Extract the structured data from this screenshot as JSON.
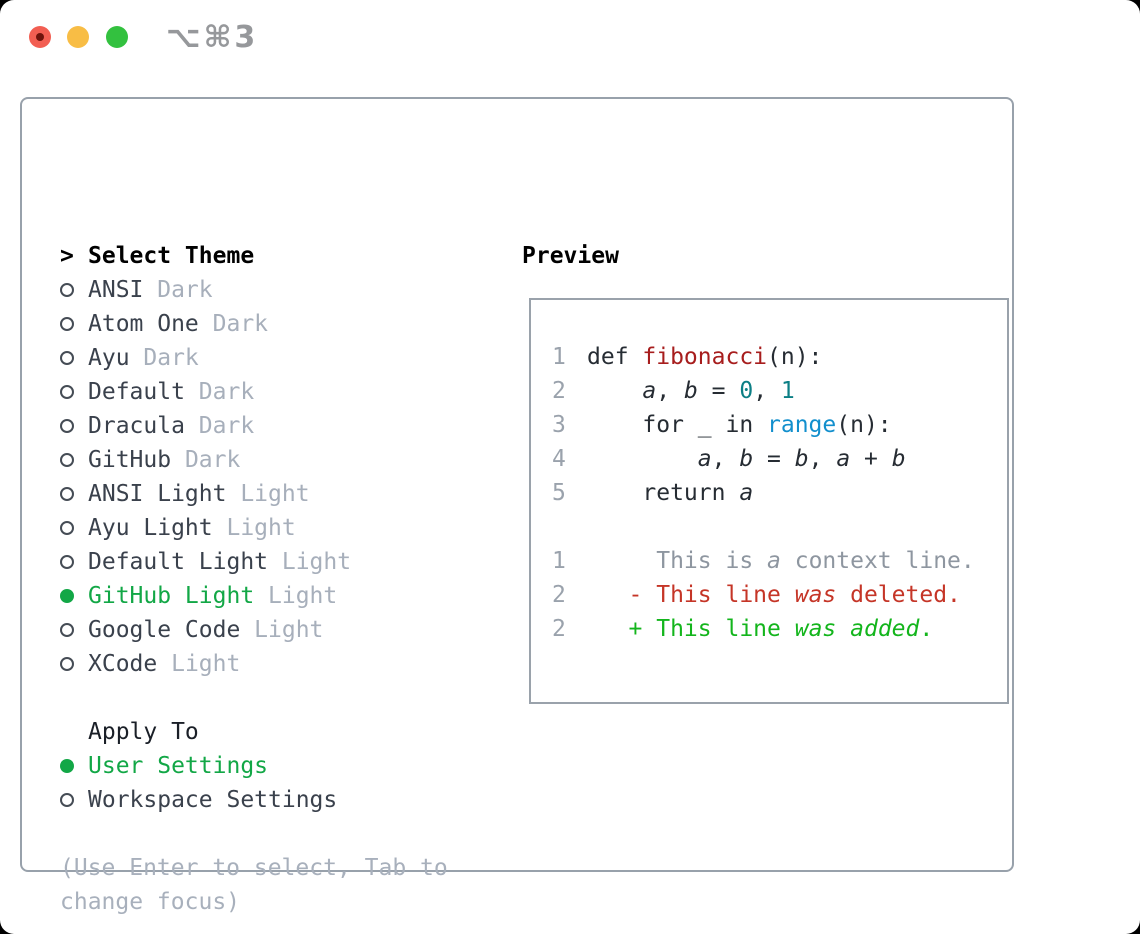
{
  "colors": {
    "page_bg": "#000000",
    "window_bg": "#ffffff",
    "border": "#98a1ab",
    "text": "#3a414c",
    "heading": "#000000",
    "muted": "#a7afbb",
    "help": "#a8b0bc",
    "selected_green": "#12a746",
    "traffic_red": "#f25e52",
    "traffic_red_dot": "#6e130c",
    "traffic_yellow": "#f8bd45",
    "traffic_green": "#33c13f",
    "shortcut": "#96989b",
    "code_fg": "#262c33",
    "code_lineno": "#9aa2ac",
    "code_function": "#a71d1d",
    "code_number": "#0c7f85",
    "code_builtin": "#128fcd",
    "diff_context": "#8e96a0",
    "diff_deleted": "#c53527",
    "diff_added": "#13b51c"
  },
  "titlebar": {
    "shortcut": "⌥⌘3"
  },
  "theme_panel": {
    "prompt": ">",
    "title": "Select Theme",
    "items": [
      {
        "name": "ANSI",
        "variant": "Dark",
        "selected": false
      },
      {
        "name": "Atom One",
        "variant": "Dark",
        "selected": false
      },
      {
        "name": "Ayu",
        "variant": "Dark",
        "selected": false
      },
      {
        "name": "Default",
        "variant": "Dark",
        "selected": false
      },
      {
        "name": "Dracula",
        "variant": "Dark",
        "selected": false
      },
      {
        "name": "GitHub",
        "variant": "Dark",
        "selected": false
      },
      {
        "name": "ANSI Light",
        "variant": "Light",
        "selected": false
      },
      {
        "name": "Ayu Light",
        "variant": "Light",
        "selected": false
      },
      {
        "name": "Default Light",
        "variant": "Light",
        "selected": false
      },
      {
        "name": "GitHub Light",
        "variant": "Light",
        "selected": true
      },
      {
        "name": "Google Code",
        "variant": "Light",
        "selected": false
      },
      {
        "name": "XCode",
        "variant": "Light",
        "selected": false
      }
    ]
  },
  "apply_panel": {
    "title": "Apply To",
    "options": [
      {
        "label": "User Settings",
        "selected": true
      },
      {
        "label": "Workspace Settings",
        "selected": false
      }
    ]
  },
  "help_text": "(Use Enter to select, Tab to change focus)",
  "preview": {
    "title": "Preview",
    "code_lines": [
      {
        "no": "1",
        "tokens": [
          {
            "t": "def ",
            "c": "fg"
          },
          {
            "t": "fibonacci",
            "c": "fn"
          },
          {
            "t": "(n):",
            "c": "fg"
          }
        ]
      },
      {
        "no": "2",
        "tokens": [
          {
            "t": "    ",
            "c": "fg"
          },
          {
            "t": "a",
            "c": "fg",
            "i": true
          },
          {
            "t": ", ",
            "c": "fg"
          },
          {
            "t": "b",
            "c": "fg",
            "i": true
          },
          {
            "t": " = ",
            "c": "fg"
          },
          {
            "t": "0",
            "c": "num"
          },
          {
            "t": ", ",
            "c": "fg"
          },
          {
            "t": "1",
            "c": "num"
          }
        ]
      },
      {
        "no": "3",
        "tokens": [
          {
            "t": "    for _ in ",
            "c": "fg"
          },
          {
            "t": "range",
            "c": "blue"
          },
          {
            "t": "(n):",
            "c": "fg"
          }
        ]
      },
      {
        "no": "4",
        "tokens": [
          {
            "t": "        ",
            "c": "fg"
          },
          {
            "t": "a",
            "c": "fg",
            "i": true
          },
          {
            "t": ", ",
            "c": "fg"
          },
          {
            "t": "b",
            "c": "fg",
            "i": true
          },
          {
            "t": " = ",
            "c": "fg"
          },
          {
            "t": "b",
            "c": "fg",
            "i": true
          },
          {
            "t": ", ",
            "c": "fg"
          },
          {
            "t": "a",
            "c": "fg",
            "i": true
          },
          {
            "t": " + ",
            "c": "fg"
          },
          {
            "t": "b",
            "c": "fg",
            "i": true
          }
        ]
      },
      {
        "no": "5",
        "tokens": [
          {
            "t": "    return ",
            "c": "fg"
          },
          {
            "t": "a",
            "c": "fg",
            "i": true
          }
        ]
      },
      {
        "no": "",
        "tokens": []
      },
      {
        "no": "1",
        "tokens": [
          {
            "t": "     This is ",
            "c": "ctx"
          },
          {
            "t": "a",
            "c": "ctx",
            "i": true
          },
          {
            "t": " context line.",
            "c": "ctx"
          }
        ]
      },
      {
        "no": "2",
        "tokens": [
          {
            "t": "   - This line ",
            "c": "del"
          },
          {
            "t": "was",
            "c": "del",
            "i": true
          },
          {
            "t": " deleted.",
            "c": "del"
          }
        ]
      },
      {
        "no": "2",
        "tokens": [
          {
            "t": "   + This line ",
            "c": "add"
          },
          {
            "t": "was",
            "c": "add",
            "i": true
          },
          {
            "t": " ",
            "c": "add"
          },
          {
            "t": "added",
            "c": "add",
            "i": true
          },
          {
            "t": ".",
            "c": "add"
          }
        ]
      }
    ]
  }
}
